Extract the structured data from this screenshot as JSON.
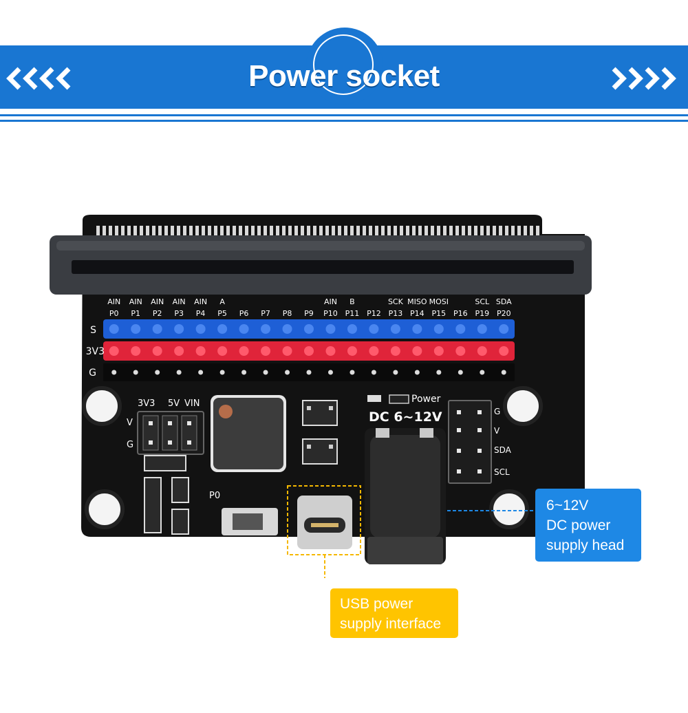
{
  "banner": {
    "title": "Power socket",
    "accent_color": "#1976d2",
    "left_icon": "chevrons-left-icon",
    "right_icon": "chevrons-right-icon"
  },
  "board": {
    "pin_headers": [
      "AIN",
      "AIN",
      "AIN",
      "AIN",
      "AIN",
      "A",
      "",
      "",
      "",
      "",
      "AIN",
      "B",
      "",
      "SCK",
      "MISO",
      "MOSI",
      "",
      "SCL",
      "SDA"
    ],
    "pin_names": [
      "P0",
      "P1",
      "P2",
      "P3",
      "P4",
      "P5",
      "P6",
      "P7",
      "P8",
      "P9",
      "P10",
      "P11",
      "P12",
      "P13",
      "P14",
      "P15",
      "P16",
      "P19",
      "P20"
    ],
    "row_labels": {
      "signal": "S",
      "voltage": "3V3",
      "ground": "G"
    },
    "power_select": {
      "labels": [
        "3V3",
        "5V",
        "VIN"
      ],
      "row_v": "V",
      "row_g": "G"
    },
    "power_led_label": "Power",
    "dc_label": "DC 6~12V",
    "i2c_labels": [
      "G",
      "V",
      "SDA",
      "SCL"
    ],
    "switch_label": "P0",
    "colors": {
      "signal_row": "#1e5fd6",
      "voltage_row": "#e0243a",
      "pcb": "#111111"
    }
  },
  "callouts": {
    "dc": {
      "line1": "6~12V",
      "line2": "DC power",
      "line3": "supply head",
      "color": "#1e88e5"
    },
    "usb": {
      "line1": "USB power",
      "line2": "supply interface",
      "color": "#ffc400"
    }
  }
}
